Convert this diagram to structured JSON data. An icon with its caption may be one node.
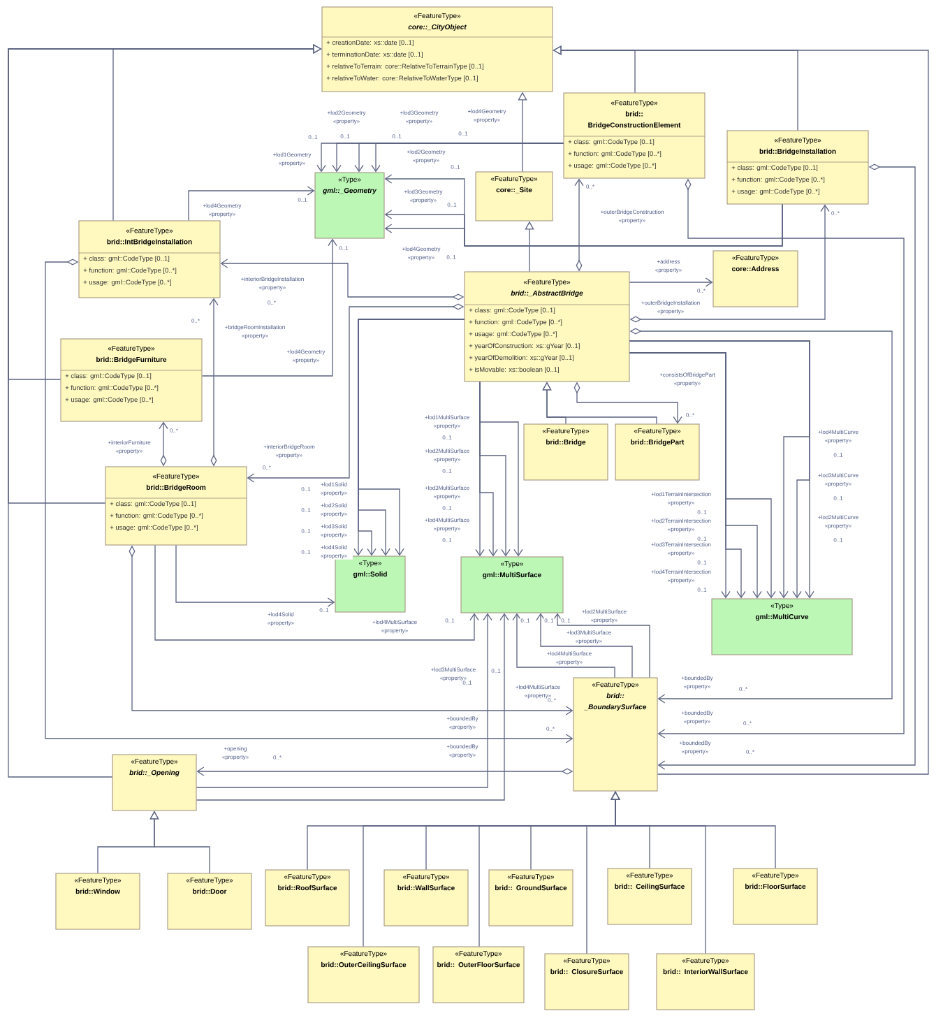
{
  "diagram": {
    "nodes": [
      {
        "text": [
          "«FeatureType»",
          "core::_CityObject",
          "+ creationDate: xs::date [0..1]",
          "+ terminationDate: xs::date [0..1]",
          "+ relativeToTerrain: core::RelativeToTerrainType [0..1]",
          "+ relativeToWater: core::RelativeToWaterType [0..1]"
        ]
      },
      {
        "text": [
          "«FeatureType»",
          "brid:: BridgeConstructionElement",
          "+ class: gml::CodeType [0..1]",
          "+ function: gml::CodeType [0..*]",
          "+ usage: gml::CodeType [0..*]"
        ]
      },
      {
        "text": [
          "«FeatureType»",
          "brid::BridgeInstallation",
          "+ class: gml::CodeType [0..1]",
          "+ function: gml::CodeType [0..*]",
          "+ usage: gml::CodeType [0..*]"
        ]
      },
      {
        "text": [
          "«Type»",
          "gml::_Geometry"
        ]
      },
      {
        "text": [
          "«FeatureType»",
          "core::_Site"
        ]
      },
      {
        "text": [
          "«FeatureType»",
          "brid::IntBridgeInstallation",
          "+ class: gml::CodeType [0..1]",
          "+ function: gml::CodeType [0..*]",
          "+ usage: gml::CodeType [0..*]"
        ]
      },
      {
        "text": [
          "«FeatureType»",
          "core::Address"
        ]
      },
      {
        "text": [
          "«FeatureType»",
          "brid::_AbstractBridge",
          "+ class: gml::CodeType [0..1]",
          "+ function: gml::CodeType [0..*]",
          "+ usage: gml::CodeType [0..*]",
          "+ yearOfConstruction: xs::gYear [0..1]",
          "+ yearOfDemolition: xs::gYear [0..1]",
          "+ isMovable: xs::boolean [0..1]"
        ]
      },
      {
        "text": [
          "«FeatureType»",
          "brid::BridgeFurniture",
          "+ class: gml::CodeType [0..1]",
          "+ function: gml::CodeType [0..*]",
          "+ usage: gml::CodeType [0..*]"
        ]
      },
      {
        "text": [
          "«FeatureType»",
          "brid::Bridge"
        ]
      },
      {
        "text": [
          "«FeatureType»",
          "brid::BridgePart"
        ]
      },
      {
        "text": [
          "«FeatureType»",
          "brid::BridgeRoom",
          "+ class: gml::CodeType [0..1]",
          "+ function: gml::CodeType [0..*]",
          "+ usage: gml::CodeType [0..*]"
        ]
      },
      {
        "text": [
          "«Type»",
          "gml::Solid"
        ]
      },
      {
        "text": [
          "«Type»",
          "gml::MultiSurface"
        ]
      },
      {
        "text": [
          "«Type»",
          "gml::MultiCurve"
        ]
      },
      {
        "text": [
          "«FeatureType»",
          "brid:: _BoundarySurface"
        ]
      },
      {
        "text": [
          "«FeatureType»",
          "brid::_Opening"
        ]
      },
      {
        "text": [
          "«FeatureType»",
          "brid::Window"
        ]
      },
      {
        "text": [
          "«FeatureType»",
          "brid::Door"
        ]
      },
      {
        "text": [
          "«FeatureType»",
          "brid::RoofSurface"
        ]
      },
      {
        "text": [
          "«FeatureType»",
          "brid::WallSurface"
        ]
      },
      {
        "text": [
          "«FeatureType»",
          "brid:: GroundSurface"
        ]
      },
      {
        "text": [
          "«FeatureType»",
          "brid:: CeilingSurface"
        ]
      },
      {
        "text": [
          "«FeatureType»",
          "brid::FloorSurface"
        ]
      },
      {
        "text": [
          "«FeatureType»",
          "brid::OuterCeilingSurface"
        ]
      },
      {
        "text": [
          "«FeatureType»",
          "brid:: OuterFloorSurface"
        ]
      },
      {
        "text": [
          "«FeatureType»",
          "brid:: ClosureSurface"
        ]
      },
      {
        "text": [
          "«FeatureType»",
          "brid:: InteriorWallSurface"
        ]
      }
    ],
    "edges": [
      {
        "from": 5,
        "to": 0,
        "arrow": "to"
      },
      {
        "from": 8,
        "to": 0,
        "arrow": "to"
      },
      {
        "from": 11,
        "to": 0,
        "arrow": "to"
      },
      {
        "from": 16,
        "to": 0,
        "arrow": "to"
      },
      {
        "from": 4,
        "to": 0,
        "arrow": "to"
      },
      {
        "from": 1,
        "to": 0,
        "arrow": "to"
      },
      {
        "from": 2,
        "to": 0,
        "arrow": "to"
      },
      {
        "from": 15,
        "to": 0,
        "arrow": "to"
      },
      {
        "from": 7,
        "to": 4,
        "arrow": "to"
      },
      {
        "from": 9,
        "to": 7,
        "arrow": "to"
      },
      {
        "from": 10,
        "to": 7,
        "arrow": "to"
      },
      {
        "from": 1,
        "to": 3,
        "arrow": "to",
        "label": "+lod1Geometry «property»"
      },
      {
        "from": 1,
        "to": 3,
        "arrow": "to",
        "label": "+lod2Geometry «property»"
      },
      {
        "from": 1,
        "to": 3,
        "arrow": "to",
        "label": "+lod3Geometry «property»"
      },
      {
        "from": 1,
        "to": 3,
        "arrow": "to",
        "label": "+lod4Geometry «property»"
      },
      {
        "from": 2,
        "to": 3,
        "arrow": "to",
        "label": "+lod2Geometry «property»"
      },
      {
        "from": 2,
        "to": 3,
        "arrow": "to",
        "label": "+lod3Geometry «property»"
      },
      {
        "from": 2,
        "to": 3,
        "arrow": "to",
        "label": "+lod4Geometry «property»"
      },
      {
        "from": 5,
        "to": 3,
        "arrow": "to",
        "label": "+lod4Geometry «property»"
      },
      {
        "from": 8,
        "to": 3,
        "arrow": "to",
        "label": "+lod4Geometry «property»"
      },
      {
        "from": 7,
        "to": 5,
        "arrow": "to",
        "label": "+interiorBridgeInstallation «property»"
      },
      {
        "from": 7,
        "to": 11,
        "arrow": "to",
        "label": "+interiorBridgeRoom «property»"
      },
      {
        "from": 11,
        "to": 5,
        "arrow": "to",
        "label": "+bridgeRoomInstallation «property»"
      },
      {
        "from": 11,
        "to": 8,
        "arrow": "to",
        "label": "+interiorFurniture «property»"
      },
      {
        "from": 7,
        "to": 12,
        "arrow": "to",
        "label": "+lod1Solid «property»"
      },
      {
        "from": 7,
        "to": 12,
        "arrow": "to",
        "label": "+lod2Solid «property»"
      },
      {
        "from": 7,
        "to": 12,
        "arrow": "to",
        "label": "+lod3Solid «property»"
      },
      {
        "from": 7,
        "to": 12,
        "arrow": "to",
        "label": "+lod4Solid «property»"
      },
      {
        "from": 11,
        "to": 12,
        "arrow": "to",
        "label": "+lod4Solid «property»"
      },
      {
        "from": 7,
        "to": 13,
        "arrow": "to",
        "label": "+lod1MultiSurface «property»"
      },
      {
        "from": 7,
        "to": 13,
        "arrow": "to",
        "label": "+lod2MultiSurface «property»"
      },
      {
        "from": 7,
        "to": 13,
        "arrow": "to",
        "label": "+lod3MultiSurface «property»"
      },
      {
        "from": 7,
        "to": 13,
        "arrow": "to",
        "label": "+lod4MultiSurface «property»"
      },
      {
        "from": 11,
        "to": 13,
        "arrow": "to",
        "label": "+lod4MultiSurface «property»"
      },
      {
        "from": 15,
        "to": 13,
        "arrow": "to",
        "label": "+lod2MultiSurface «property»"
      },
      {
        "from": 15,
        "to": 13,
        "arrow": "to",
        "label": "+lod3MultiSurface «property»"
      },
      {
        "from": 15,
        "to": 13,
        "arrow": "to",
        "label": "+lod4MultiSurface «property»"
      },
      {
        "from": 16,
        "to": 13,
        "arrow": "to",
        "label": "+lod3MultiSurface «property»"
      },
      {
        "from": 16,
        "to": 13,
        "arrow": "to",
        "label": "+lod4MultiSurface «property»"
      },
      {
        "from": 7,
        "to": 14,
        "arrow": "to",
        "label": "+lod1TerrainIntersection «property»"
      },
      {
        "from": 7,
        "to": 14,
        "arrow": "to",
        "label": "+lod2TerrainIntersection «property»"
      },
      {
        "from": 7,
        "to": 14,
        "arrow": "to",
        "label": "+lod3TerrainIntersection «property»"
      },
      {
        "from": 7,
        "to": 14,
        "arrow": "to",
        "label": "+lod4TerrainIntersection «property»"
      },
      {
        "from": 7,
        "to": 14,
        "arrow": "to",
        "label": "+lod4MultiCurve «property»"
      },
      {
        "from": 7,
        "to": 14,
        "arrow": "to",
        "label": "+lod3MultiCurve «property»"
      },
      {
        "from": 7,
        "to": 14,
        "arrow": "to",
        "label": "+lod2MultiCurve «property»"
      },
      {
        "from": 7,
        "to": 6,
        "arrow": "to",
        "label": "+address «property»"
      },
      {
        "from": 7,
        "to": 10,
        "arrow": "to",
        "label": "+consistsOfBridgePart «property»"
      },
      {
        "from": 7,
        "to": 1,
        "arrow": "to",
        "label": "+outerBridgeConstruction «property»"
      },
      {
        "from": 7,
        "to": 2,
        "arrow": "to",
        "label": "+outerBridgeInstallation «property»"
      },
      {
        "from": 7,
        "to": 15,
        "arrow": "to",
        "label": "+boundedBy «property»"
      },
      {
        "from": 1,
        "to": 15,
        "arrow": "to",
        "label": "+boundedBy «property»"
      },
      {
        "from": 2,
        "to": 15,
        "arrow": "to",
        "label": "+boundedBy «property»"
      },
      {
        "from": 11,
        "to": 15,
        "arrow": "to",
        "label": "+boundedBy «property»"
      },
      {
        "from": 5,
        "to": 15,
        "arrow": "to",
        "label": "+boundedBy «property»"
      },
      {
        "from": 15,
        "to": 16,
        "arrow": "to",
        "label": "+opening «property»"
      },
      {
        "from": 17,
        "to": 16,
        "arrow": "to"
      },
      {
        "from": 18,
        "to": 16,
        "arrow": "to"
      },
      {
        "from": 19,
        "to": 15,
        "arrow": "to"
      },
      {
        "from": 20,
        "to": 15,
        "arrow": "to"
      },
      {
        "from": 21,
        "to": 15,
        "arrow": "to"
      },
      {
        "from": 22,
        "to": 15,
        "arrow": "to"
      },
      {
        "from": 23,
        "to": 15,
        "arrow": "to"
      },
      {
        "from": 24,
        "to": 15,
        "arrow": "to"
      },
      {
        "from": 25,
        "to": 15,
        "arrow": "to"
      },
      {
        "from": 26,
        "to": 15,
        "arrow": "to"
      },
      {
        "from": 27,
        "to": 15,
        "arrow": "to"
      }
    ],
    "labels": [
      "0..1",
      "0..1",
      "0..1",
      "0..1",
      "0..1",
      "0..1",
      "0..1",
      "0..1",
      "0..1",
      "0..*",
      "0..*",
      "0..*",
      "0..*",
      "0..1",
      "0..1",
      "0..1",
      "0..1",
      "0..1",
      "0..1",
      "0..1",
      "0..1",
      "0..1",
      "0..1",
      "0..1",
      "0..1",
      "0..1",
      "0..1",
      "0..1",
      "0..1",
      "0..1",
      "0..1",
      "0..1",
      "0..1",
      "0..1",
      "0..1",
      "0..*",
      "0..*",
      "0..*",
      "0..*",
      "0..*",
      "0..*",
      "0..*",
      "0..*",
      "0..*",
      "0..*"
    ]
  }
}
